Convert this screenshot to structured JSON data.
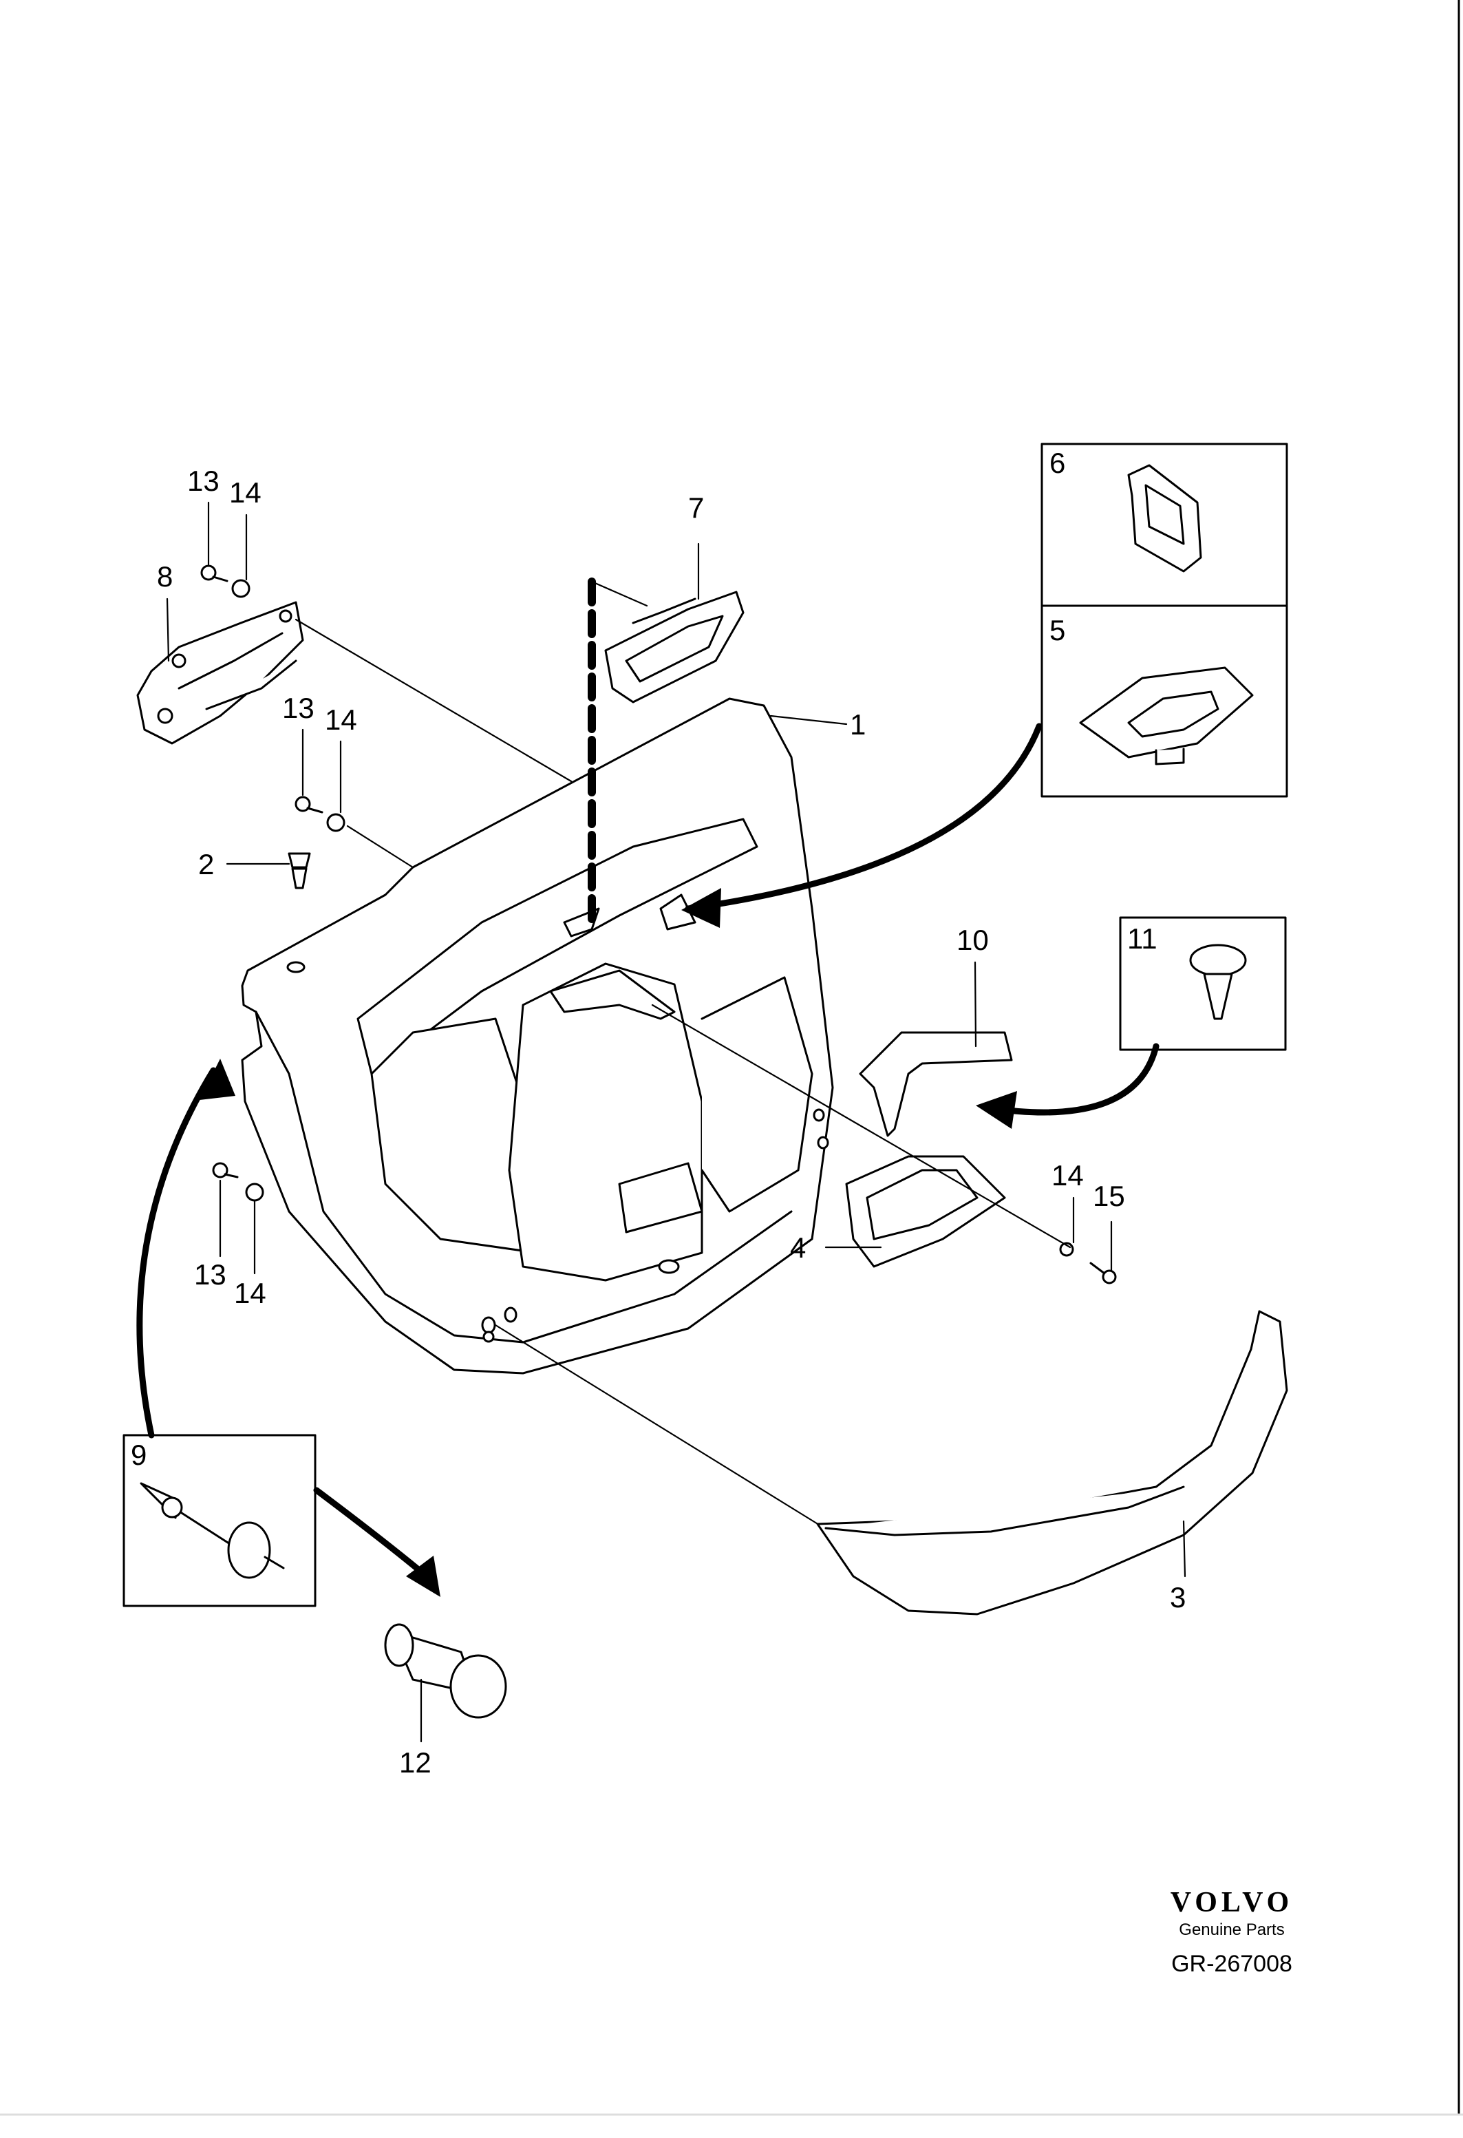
{
  "diagram": {
    "callouts": [
      "1",
      "2",
      "3",
      "4",
      "5",
      "6",
      "7",
      "8",
      "9",
      "10",
      "11",
      "12",
      "13",
      "14",
      "15"
    ],
    "labels": {
      "l1": "1",
      "l2": "2",
      "l3": "3",
      "l4": "4",
      "l5": "5",
      "l6": "6",
      "l7": "7",
      "l8": "8",
      "l9": "9",
      "l10": "10",
      "l11": "11",
      "l12": "12",
      "l13a": "13",
      "l14a": "14",
      "l13b": "13",
      "l14b": "14",
      "l13c": "13",
      "l14c": "14",
      "l14d": "14",
      "l15": "15"
    }
  },
  "footer": {
    "brand": "VOLVO",
    "subtitle": "Genuine Parts",
    "code": "GR-267008"
  }
}
